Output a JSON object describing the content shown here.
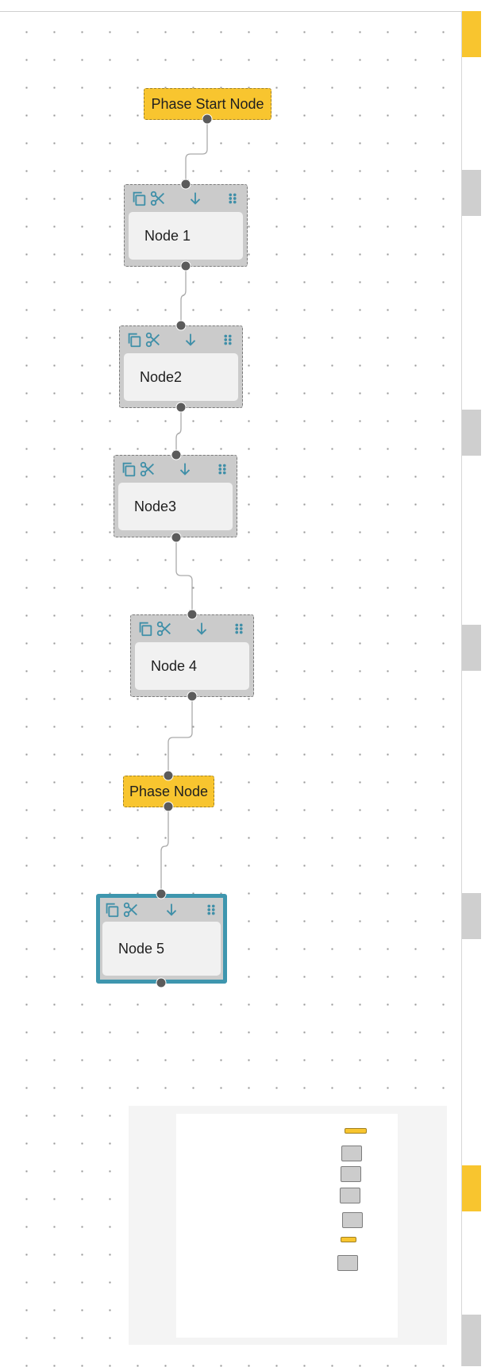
{
  "colors": {
    "phase_fill": "#f8c52f",
    "task_fill": "#cbcbcb",
    "selected_border": "#3e96ae",
    "icon_color": "#3f8fa8",
    "port": "#5b5b5b"
  },
  "nodes": [
    {
      "id": "phase-start",
      "kind": "phase",
      "label": "Phase Start Node"
    },
    {
      "id": "node-1",
      "kind": "task",
      "label": "Node 1"
    },
    {
      "id": "node-2",
      "kind": "task",
      "label": "Node2"
    },
    {
      "id": "node-3",
      "kind": "task",
      "label": "Node3"
    },
    {
      "id": "node-4",
      "kind": "task",
      "label": "Node 4"
    },
    {
      "id": "phase-node",
      "kind": "phase",
      "label": "Phase Node"
    },
    {
      "id": "node-5",
      "kind": "task",
      "label": "Node 5",
      "selected": true
    }
  ],
  "toolbar_icons": [
    "copy-icon",
    "scissors-icon",
    "arrow-down-icon",
    "drag-handle-icon"
  ],
  "minimap": {
    "node_count": 7
  }
}
